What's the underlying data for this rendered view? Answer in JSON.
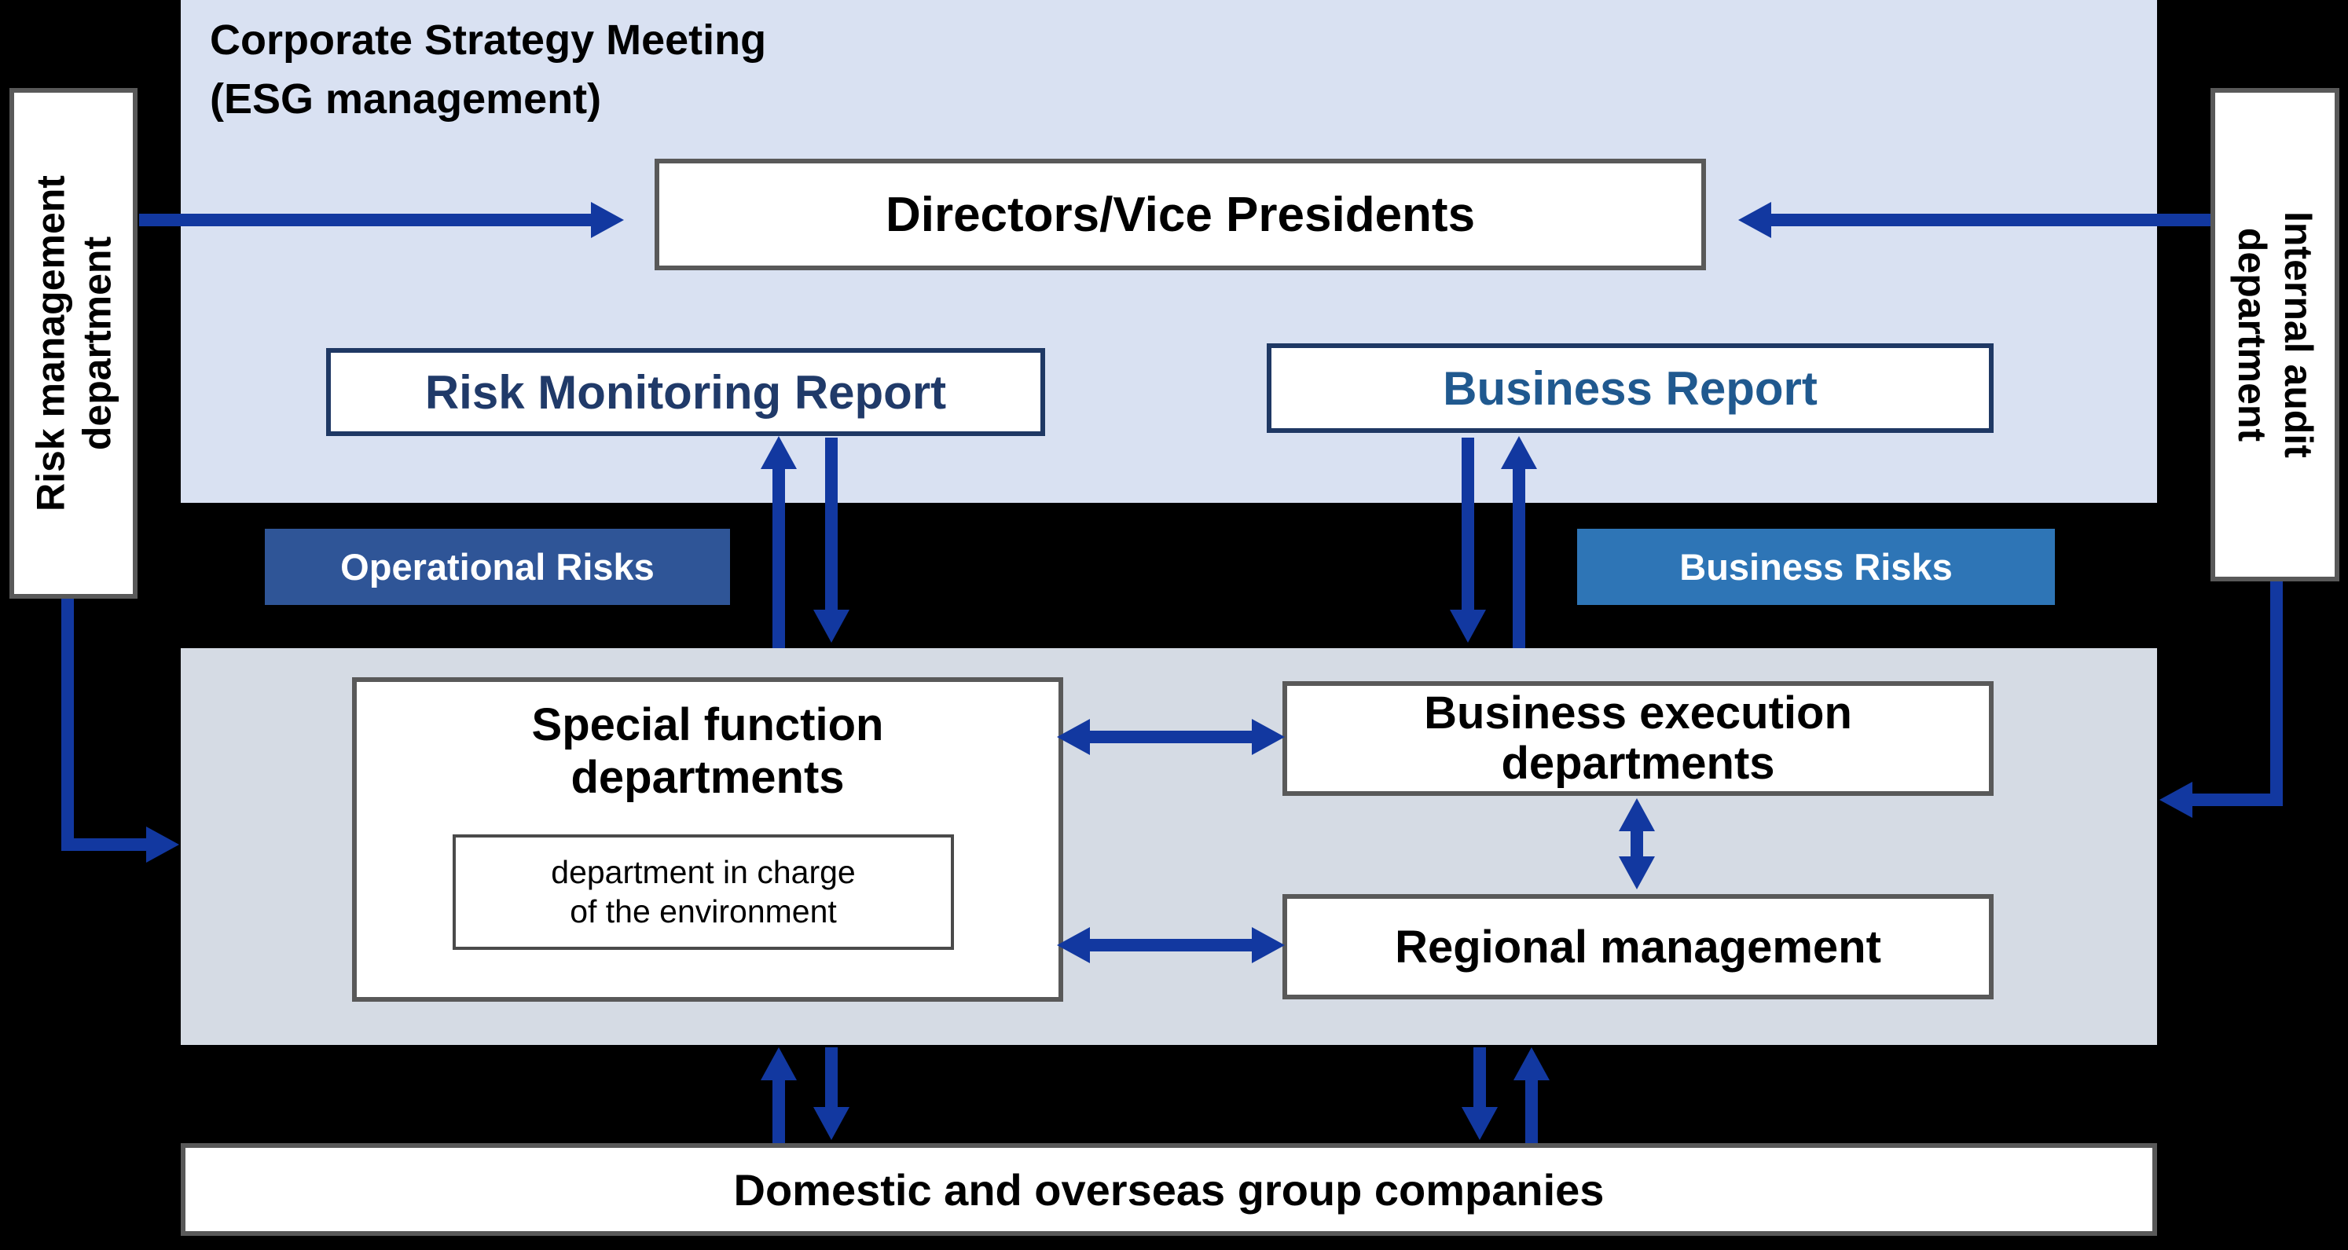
{
  "title": {
    "lines": [
      "Corporate Strategy Meeting",
      "(ESG management)"
    ]
  },
  "top_panel": {
    "directors_box": "Directors/Vice Presidents",
    "risk_monitoring_report_box": "Risk Monitoring Report",
    "business_report_box": "Business Report"
  },
  "risk_labels": {
    "operational": "Operational Risks",
    "business": "Business Risks"
  },
  "side_boxes": {
    "left": {
      "lines": [
        "Risk management",
        "department"
      ]
    },
    "right": {
      "lines": [
        "Internal audit",
        "department"
      ]
    }
  },
  "middle_panel": {
    "special_function": {
      "lines": [
        "Special function",
        "departments"
      ]
    },
    "environment_dept": {
      "lines": [
        "department in charge",
        "of the environment"
      ]
    },
    "business_execution": {
      "lines": [
        "Business execution",
        "departments"
      ]
    },
    "regional_management": "Regional management"
  },
  "bottom_box": "Domestic and overseas group companies",
  "colors": {
    "background": "#000000",
    "top_panel_bg": "#D9E1F2",
    "middle_panel_bg": "#D5DBE4",
    "arrow_blue": "#1238A0",
    "report_border_navy": "#1F3864",
    "risk_monitoring_text": "#203A69",
    "business_report_text": "#20598F",
    "operational_risks_bg": "#2F5597",
    "business_risks_bg": "#2E75B6",
    "gray_box_border": "#595959",
    "white_box_bg": "#FFFFFF"
  }
}
